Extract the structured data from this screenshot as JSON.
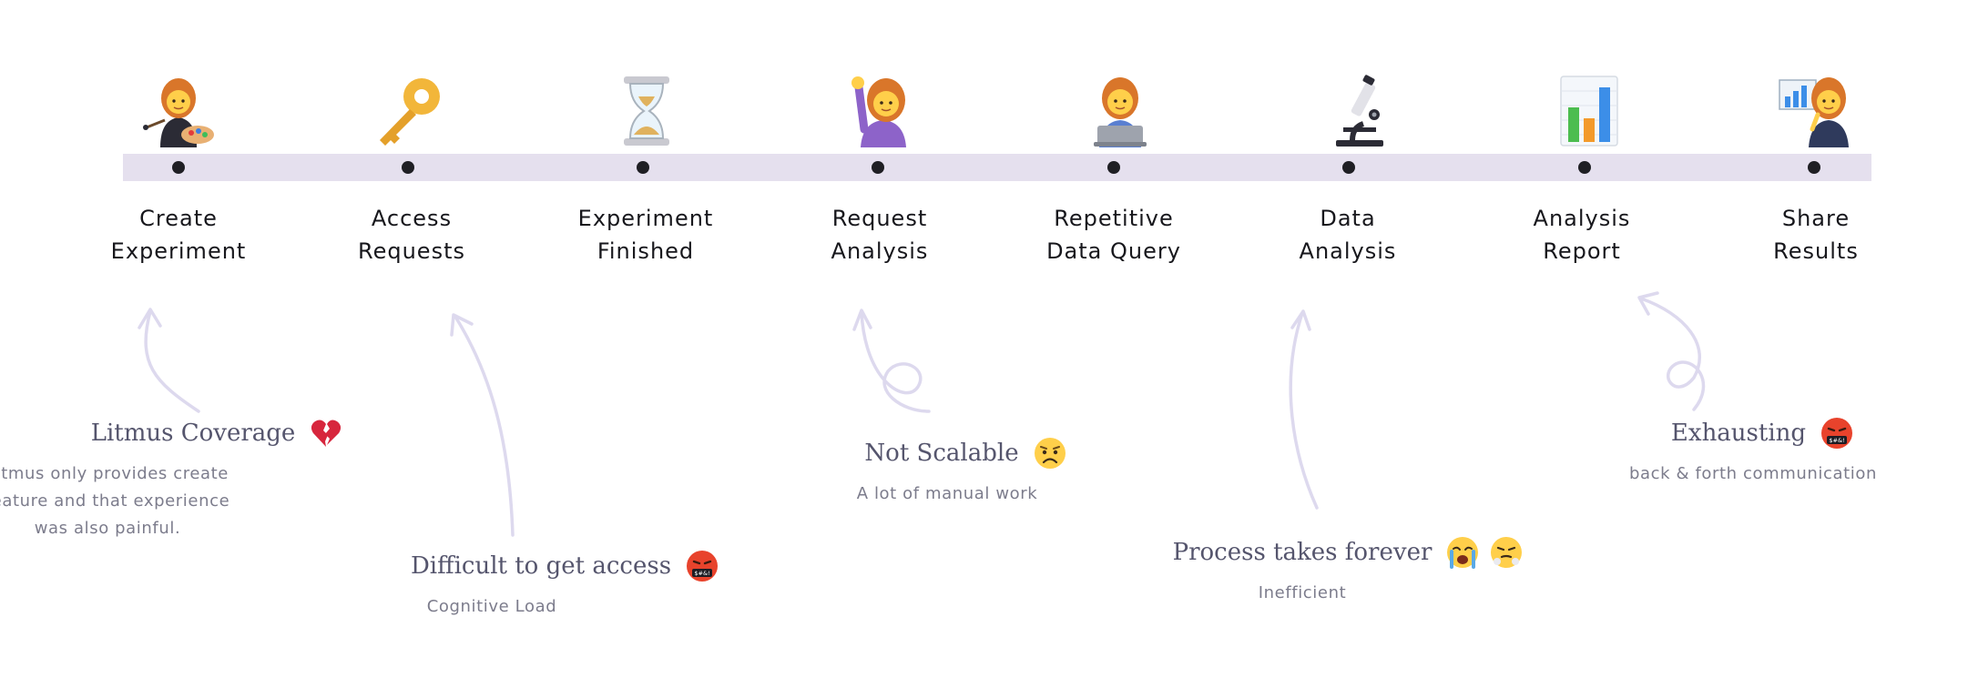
{
  "colors": {
    "track": "#e5e0ee",
    "dot": "#1f1f24",
    "arrow": "#ddd9ee",
    "label": "#17171c",
    "pain_title": "#55556d",
    "pain_desc": "#7c7c8c"
  },
  "stages": [
    {
      "line1": "Create",
      "line2": "Experiment",
      "icon": "woman-artist-icon"
    },
    {
      "line1": "Access",
      "line2": "Requests",
      "icon": "key-icon"
    },
    {
      "line1": "Experiment",
      "line2": "Finished",
      "icon": "hourglass-icon"
    },
    {
      "line1": "Request",
      "line2": "Analysis",
      "icon": "woman-raising-hand-icon"
    },
    {
      "line1": "Repetitive",
      "line2": "Data Query",
      "icon": "woman-technologist-icon"
    },
    {
      "line1": "Data",
      "line2": "Analysis",
      "icon": "microscope-icon"
    },
    {
      "line1": "Analysis",
      "line2": "Report",
      "icon": "bar-chart-icon"
    },
    {
      "line1": "Share",
      "line2": "Results",
      "icon": "woman-presenter-icon"
    }
  ],
  "pain_points": [
    {
      "title": "Litmus Coverage",
      "desc": [
        "Litmus only provides create",
        "feature and that experience",
        "was also painful."
      ],
      "emoji": [
        "broken-heart-icon"
      ]
    },
    {
      "title": "Difficult to get access",
      "desc": [
        "Cognitive Load"
      ],
      "emoji": [
        "cursing-face-icon"
      ]
    },
    {
      "title": "Not Scalable",
      "desc": [
        "A lot of manual work"
      ],
      "emoji": [
        "worried-face-icon"
      ]
    },
    {
      "title": "Process takes forever",
      "desc": [
        "Inefficient"
      ],
      "emoji": [
        "crying-face-icon",
        "steam-face-icon"
      ]
    },
    {
      "title": "Exhausting",
      "desc": [
        "back & forth communication"
      ],
      "emoji": [
        "cursing-face-icon"
      ]
    }
  ]
}
